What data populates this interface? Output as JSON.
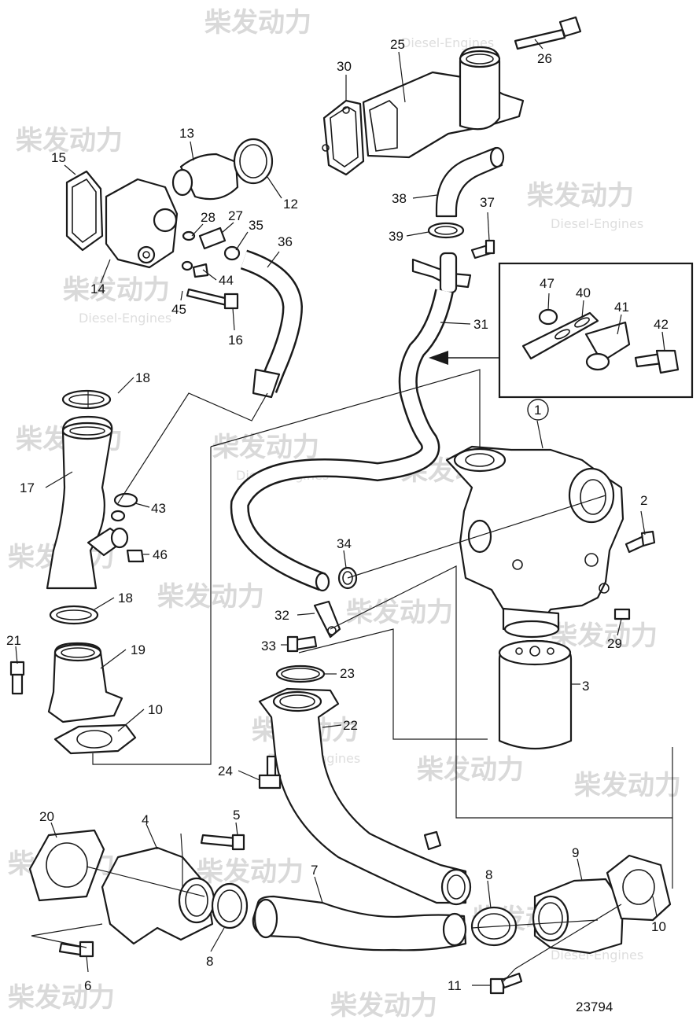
{
  "watermark": {
    "cn": "柴发动力",
    "en": "Diesel-Engines"
  },
  "drawing_number": "23794",
  "callouts": [
    "1",
    "2",
    "3",
    "4",
    "5",
    "6",
    "7",
    "8",
    "8",
    "9",
    "10",
    "10",
    "11",
    "12",
    "13",
    "14",
    "15",
    "16",
    "17",
    "18",
    "18",
    "19",
    "20",
    "21",
    "22",
    "23",
    "24",
    "25",
    "26",
    "27",
    "28",
    "29",
    "30",
    "31",
    "32",
    "33",
    "34",
    "35",
    "36",
    "37",
    "38",
    "39",
    "40",
    "41",
    "42",
    "43",
    "44",
    "45",
    "46",
    "47"
  ]
}
